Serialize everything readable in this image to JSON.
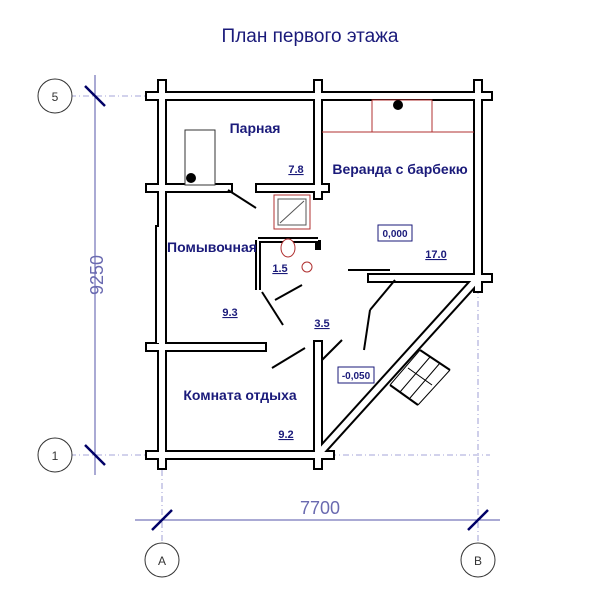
{
  "title": "План первого этажа",
  "rooms": {
    "parnaya": {
      "name": "Парная",
      "area": "7.8"
    },
    "veranda": {
      "name": "Веранда с барбекю",
      "area": "17.0",
      "level": "0,000"
    },
    "pomyvochnaya": {
      "name": "Помывочная",
      "area": "9.3"
    },
    "wc": {
      "area": "1.5"
    },
    "hall": {
      "area": "3.5",
      "level": "-0,050"
    },
    "komnata": {
      "name": "Комната отдыха",
      "area": "9.2"
    }
  },
  "dimensions": {
    "height": "9250",
    "width": "7700"
  },
  "axes": {
    "top": "5",
    "bottom": "1",
    "left": "A",
    "right": "B"
  },
  "colors": {
    "text": "#1a1a7a",
    "dimension": "#6a6ab0",
    "fixture": "#b03030"
  }
}
